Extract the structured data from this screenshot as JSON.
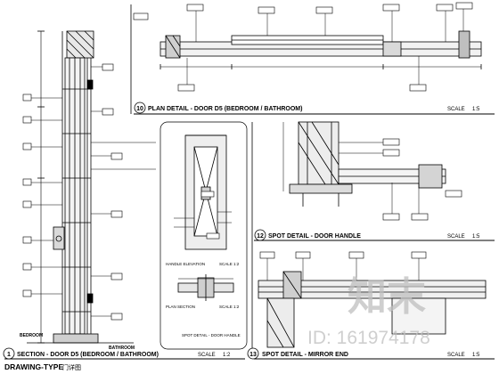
{
  "sheet": {
    "type_label": "DRAWING-TYPE",
    "type_label_cn": "门详图"
  },
  "details": [
    {
      "no": "1",
      "title": "SECTION - DOOR D5 (BEDROOM / BATHROOM)",
      "scale_label": "SCALE",
      "scale": "1:2"
    },
    {
      "no": "10",
      "title": "PLAN DETAIL - DOOR D5 (BEDROOM / BATHROOM)",
      "scale_label": "SCALE",
      "scale": "1:5"
    },
    {
      "no": "12",
      "title": "SPOT DETAIL - DOOR HANDLE",
      "scale_label": "SCALE",
      "scale": "1:5"
    },
    {
      "no": "13",
      "title": "SPOT DETAIL - MIRROR END",
      "scale_label": "SCALE",
      "scale": "1:5"
    }
  ],
  "sublabels": {
    "handle_elevation": "HANDLE ELEVATION",
    "handle_elevation_scale": "SCALE 1:2",
    "plan_section": "PLAN SECTION",
    "plan_section_scale": "SCALE 1:2",
    "spot_door_handle": "SPOT DETAIL - DOOR HANDLE",
    "section_tag": "BATHROOM",
    "section_tag2": "BEDROOM"
  },
  "watermark": {
    "logo": "知末",
    "id_text": "ID: 161974178"
  }
}
